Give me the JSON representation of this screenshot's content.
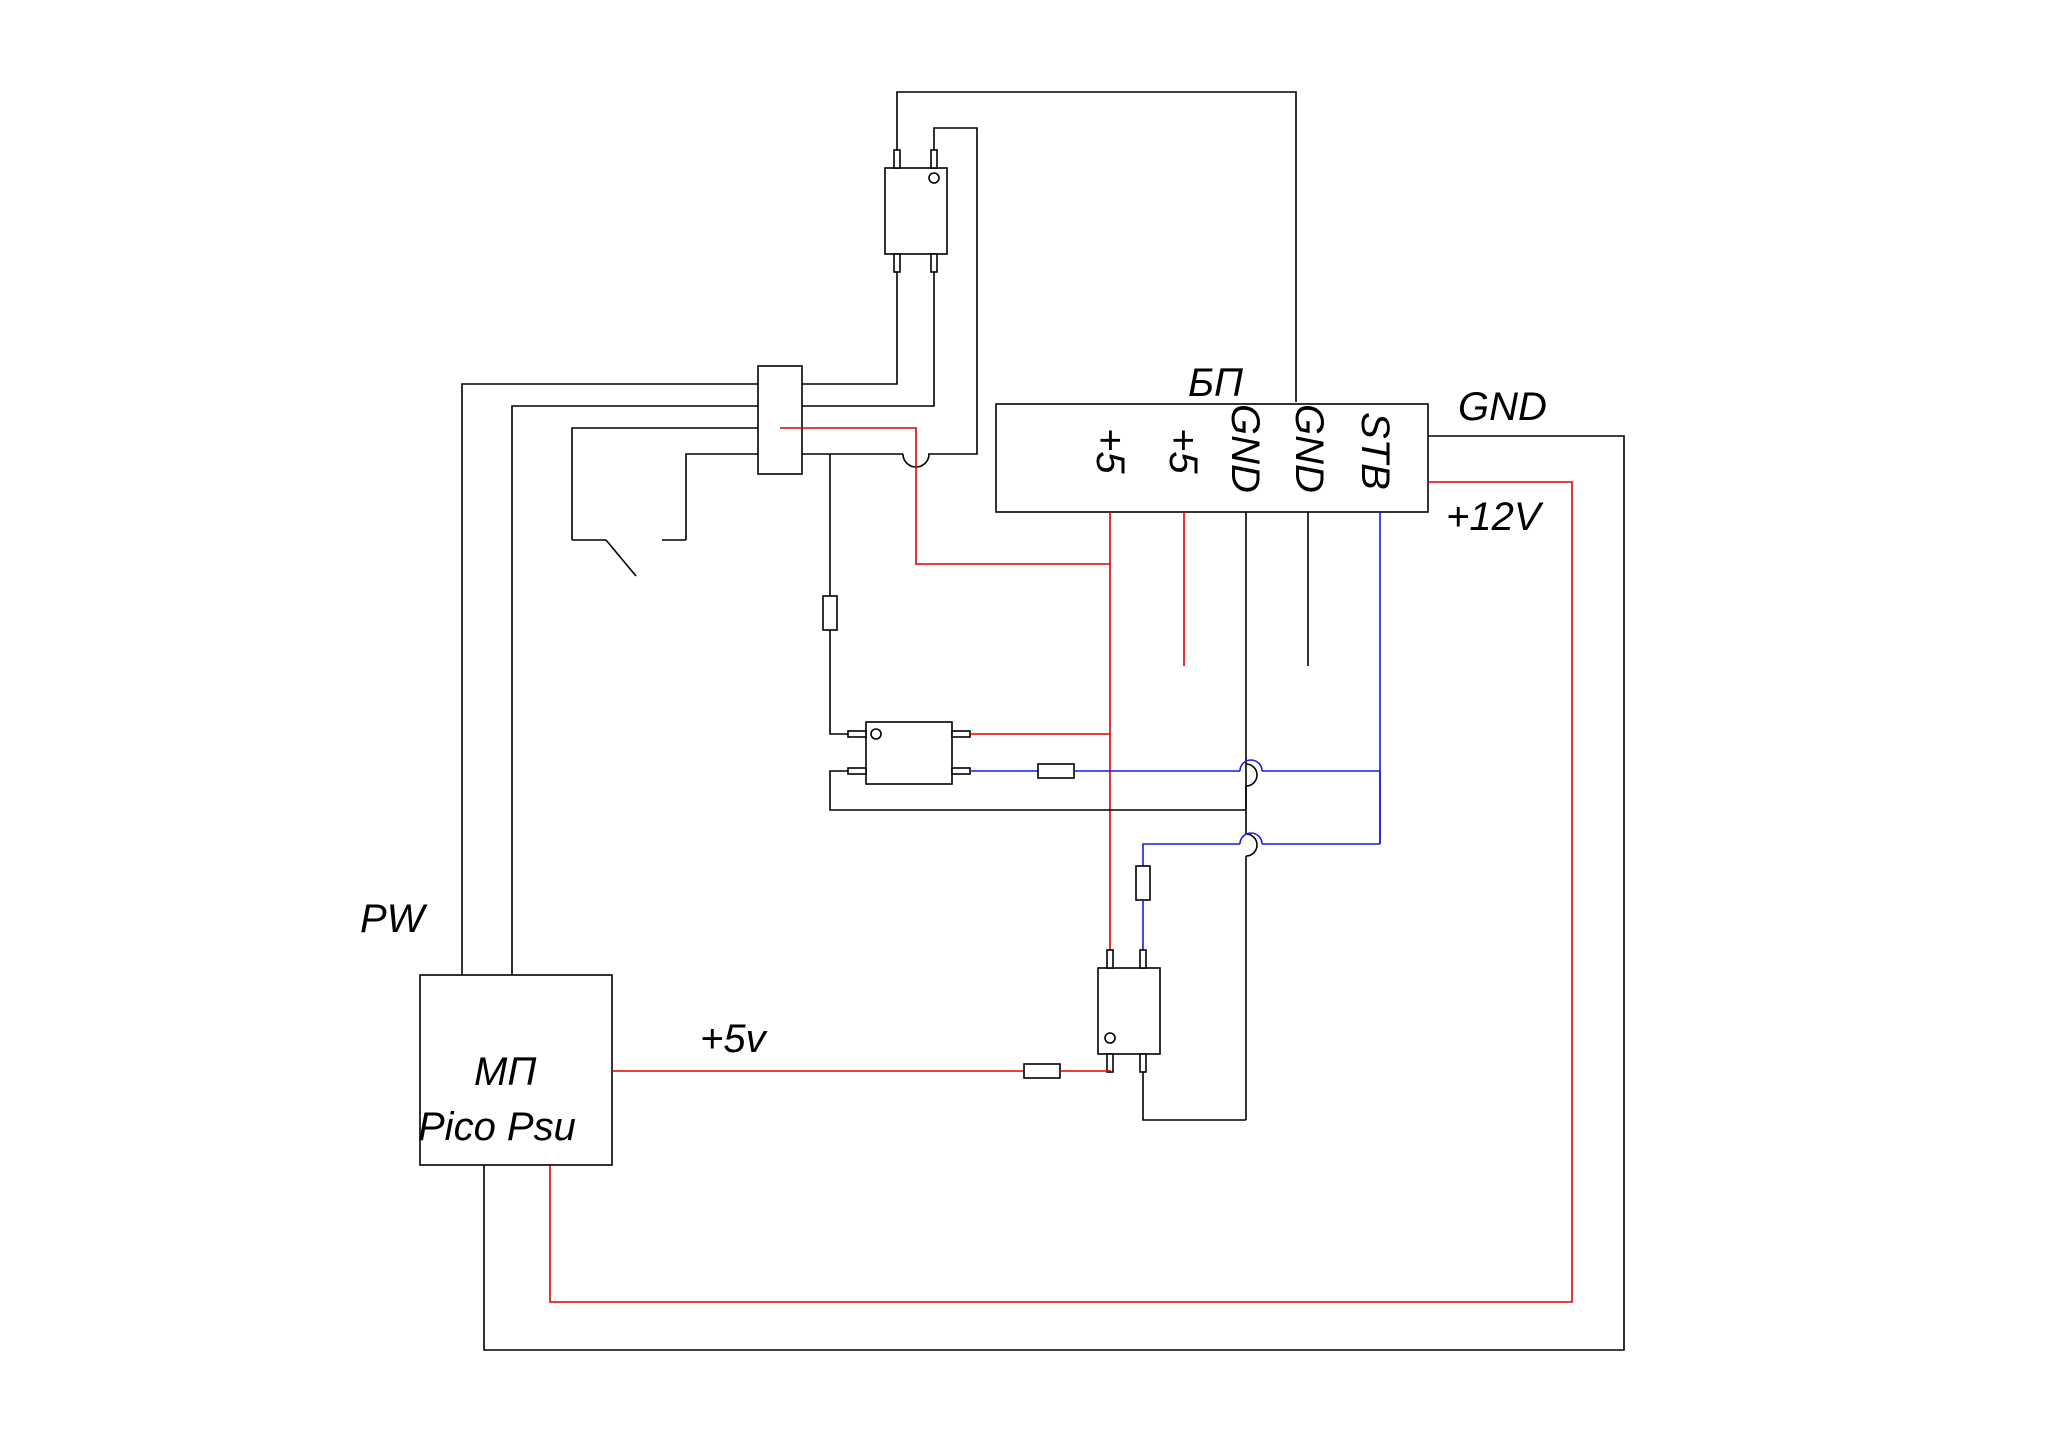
{
  "labels": {
    "psu_title": "БП",
    "psu_pins": [
      "+5",
      "+5",
      "GND",
      "GND",
      "STB"
    ],
    "gnd_out": "GND",
    "v12_out": "+12V",
    "pw": "PW",
    "v5_line": "+5v",
    "mb_line1": "МП",
    "mb_line2": "Pico Psu"
  },
  "colors": {
    "wire": "#000000",
    "positive": "#e00000",
    "standby": "#1a1ae6"
  }
}
